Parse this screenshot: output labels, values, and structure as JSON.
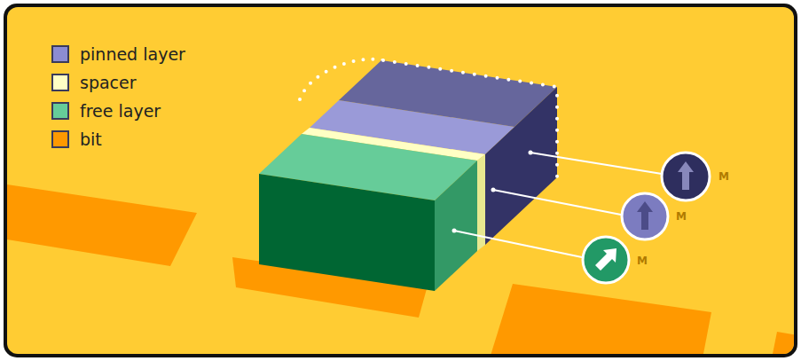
{
  "diagram": {
    "labels": [
      "M",
      "M",
      "M"
    ],
    "legend": [
      {
        "text": "pinned layer",
        "color": "#8c8cd2"
      },
      {
        "text": "spacer",
        "color": "#ffffc4"
      },
      {
        "text": "free layer",
        "color": "#66cc99"
      },
      {
        "text": "bit",
        "color": "#ff9900"
      }
    ]
  }
}
